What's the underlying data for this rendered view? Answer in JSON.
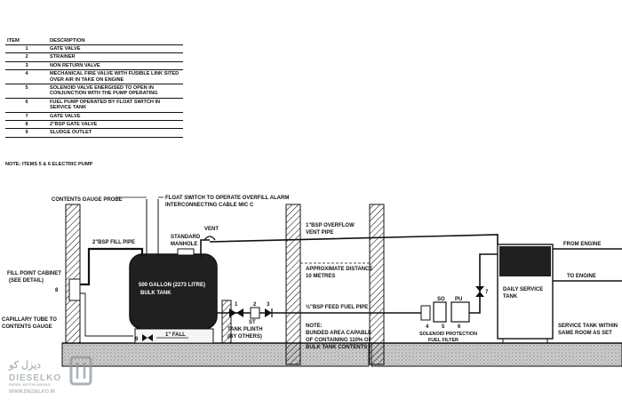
{
  "items_table": {
    "header_item": "ITEM",
    "header_description": "DESCRIPTION",
    "rows": [
      {
        "item": "1",
        "description": "GATE VALVE"
      },
      {
        "item": "2",
        "description": "STRAINER"
      },
      {
        "item": "3",
        "description": "NON RETURN VALVE"
      },
      {
        "item": "4",
        "description": "MECHANICAL FIRE VALVE WITH FUSIBLE LINK SITED OVER AIR IN TAKE ON ENGINE"
      },
      {
        "item": "5",
        "description": "SOLENOID VALVE ENERGISED TO OPEN IN CONJUNCTION WITH THE PUMP OPERATING"
      },
      {
        "item": "6",
        "description": "FUEL PUMP OPERATED BY FLOAT SWITCH IN SERVICE TANK"
      },
      {
        "item": "7",
        "description": "GATE VALVE"
      },
      {
        "item": "8",
        "description": "2\"BSP GATE VALVE"
      },
      {
        "item": "9",
        "description": "SLUDGE OUTLET"
      }
    ],
    "note": "NOTE: ITEMS 5 & 6 ELECTRIC PUMP"
  },
  "labels": {
    "contents_gauge_probe": "CONTENTS GAUGE PROBE",
    "float_switch_1": "FLOAT SWITCH TO OPERATE OVERFILL ALARM",
    "float_switch_2": "INTERCONNECTING CABLE MIC C",
    "fill_pipe": "2\"BSP FILL PIPE",
    "standard_manhole_1": "STANDARD",
    "standard_manhole_2": "MANHOLE",
    "vent": "VENT",
    "overflow_1": "1\"BSP OVERFLOW",
    "overflow_2": "VENT PIPE",
    "from_engine": "FROM ENGINE",
    "to_engine": "TO ENGINE",
    "fill_point_1": "FILL POINT CABINET",
    "fill_point_2": "(SEE DETAIL)",
    "tank_1": "500 GALLON (2273 LITRE)",
    "tank_2": "BULK TANK",
    "approx_1": "APPROXIMATE DISTANCE",
    "approx_2": "10 METRES",
    "daily_1": "DAILY SERVICE",
    "daily_2": "TANK",
    "capillary_1": "CAPILLARY TUBE TO",
    "capillary_2": "CONTENTS GAUGE",
    "feed_pipe": "½\"BSP FEED FUEL PIPE",
    "st": "ST",
    "so": "SO",
    "pu": "PU",
    "solenoid_1": "SOLENOID PROTECTION",
    "solenoid_2": "FUEL FILTER",
    "fall": "1\" FALL",
    "plinth_1": "TANK PLINTH",
    "plinth_2": "(BY OTHERS)",
    "note_1": "NOTE:",
    "note_2": "BUNDED AREA CAPABLE",
    "note_3": "OF CONTAINING 110% OF",
    "note_4": "BULK TANK CONTENTS",
    "service_1": "SERVICE TANK WITHIN",
    "service_2": "SAME ROOM AS SET",
    "n1": "1",
    "n2": "2",
    "n3": "3",
    "n4": "4",
    "n5": "5",
    "n6": "6",
    "n7": "7",
    "n8": "8",
    "n9": "9"
  },
  "watermark": {
    "persian": "دیزل کو",
    "name": "DIESELKO",
    "tagline": "DIESEL MOTOR DIESKO",
    "url": "WWW.DIESELKO.IR"
  }
}
